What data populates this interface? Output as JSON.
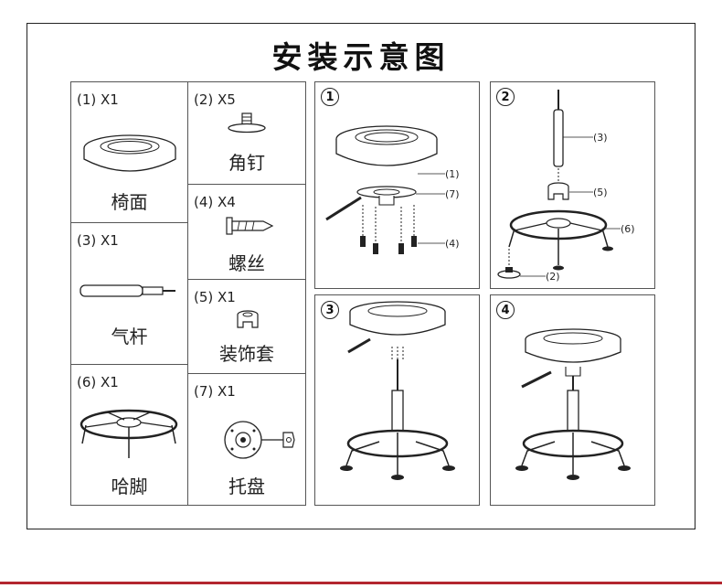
{
  "title": "安装示意图",
  "parts": [
    {
      "qty": "(1) X1",
      "name": "椅面"
    },
    {
      "qty": "(2) X5",
      "name": "角钉"
    },
    {
      "qty": "(3) X1",
      "name": "气杆"
    },
    {
      "qty": "(4) X4",
      "name": "螺丝"
    },
    {
      "qty": "(5) X1",
      "name": "装饰套"
    },
    {
      "qty": "(6) X1",
      "name": "哈脚"
    },
    {
      "qty": "(7) X1",
      "name": "托盘"
    }
  ],
  "steps": [
    {
      "badge": "1",
      "callouts": [
        "(1)",
        "(7)",
        "(4)"
      ]
    },
    {
      "badge": "2",
      "callouts": [
        "(3)",
        "(5)",
        "(6)",
        "(2)"
      ]
    },
    {
      "badge": "3",
      "callouts": []
    },
    {
      "badge": "4",
      "callouts": []
    }
  ],
  "icons": [
    "seat-cushion-icon",
    "corner-nail-icon",
    "gas-lift-icon",
    "screw-icon",
    "decorative-sleeve-icon",
    "footring-base-icon",
    "tray-plate-icon"
  ]
}
